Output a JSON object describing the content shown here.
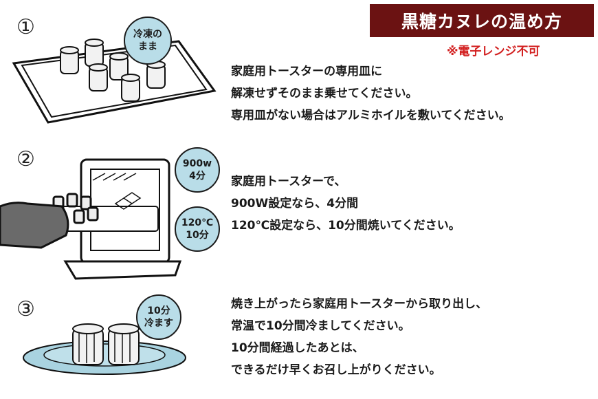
{
  "header": {
    "title": "黒糖カヌレの温め方",
    "warning": "※電子レンジ不可"
  },
  "steps": [
    {
      "number": "①",
      "badges": [
        {
          "lines": [
            "冷凍の",
            "まま"
          ]
        }
      ],
      "lines": [
        "家庭用トースターの専用皿に",
        "解凍せずそのまま乗せてください。",
        "専用皿がない場合はアルミホイルを敷いてください。"
      ]
    },
    {
      "number": "②",
      "badges": [
        {
          "lines": [
            "900w",
            "4分"
          ]
        },
        {
          "lines": [
            "120℃",
            "10分"
          ]
        }
      ],
      "lines": [
        "家庭用トースターで、",
        "900W設定なら、4分間",
        "120℃設定なら、10分間焼いてください。"
      ]
    },
    {
      "number": "③",
      "badges": [
        {
          "lines": [
            "10分",
            "冷ます"
          ]
        }
      ],
      "lines": [
        "焼き上がったら家庭用トースターから取り出し、",
        "常温で10分間冷ましてください。",
        "10分間経過したあとは、",
        "できるだけ早くお召し上がりください。"
      ]
    }
  ],
  "colors": {
    "banner": "#6b1212",
    "warning": "#d21f1f",
    "badge": "#b9dde8",
    "plate": "#a9d3e0"
  }
}
